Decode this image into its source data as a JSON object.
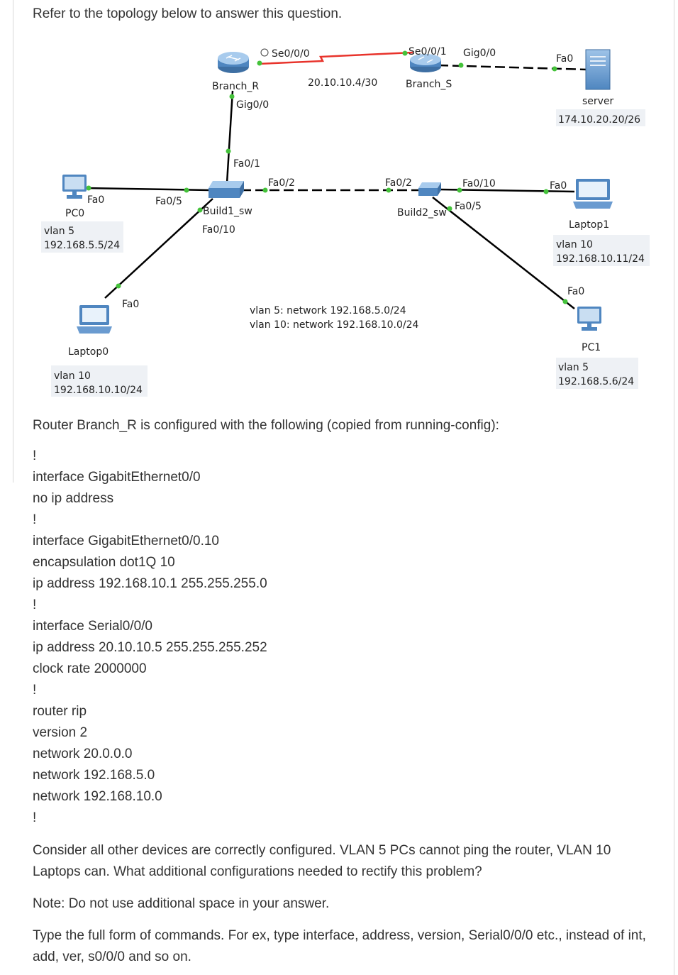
{
  "intro": "Refer to the topology below to answer this question.",
  "diagram": {
    "devices": {
      "branch_r": "Branch_R",
      "branch_s": "Branch_S",
      "server": "server",
      "server_ip": "174.10.20.20/26",
      "build1": "Build1_sw",
      "build2": "Build2_sw",
      "pc0": "PC0",
      "pc0_vlan": "vlan 5",
      "pc0_ip": "192.168.5.5/24",
      "laptop0": "Laptop0",
      "laptop0_vlan": "vlan 10",
      "laptop0_ip": "192.168.10.10/24",
      "laptop1": "Laptop1",
      "laptop1_vlan": "vlan 10",
      "laptop1_ip": "192.168.10.11/24",
      "pc1": "PC1",
      "pc1_vlan": "vlan 5",
      "pc1_ip": "192.168.5.6/24"
    },
    "ports": {
      "r_se000": "Se0/0/0",
      "s_se001": "Se0/0/1",
      "s_gig00": "Gig0/0",
      "server_fa0": "Fa0",
      "r_gig00": "Gig0/0",
      "serial_net": "20.10.10.4/30",
      "b1_fa01": "Fa0/1",
      "b1_fa02": "Fa0/2",
      "b2_fa02": "Fa0/2",
      "b2_fa010": "Fa0/10",
      "laptop1_fa0": "Fa0",
      "pc0_fa0": "Fa0",
      "b1_fa05": "Fa0/5",
      "b2_fa05": "Fa0/5",
      "b1_fa010": "Fa0/10",
      "laptop0_fa0": "Fa0",
      "pc1_fa0": "Fa0"
    },
    "vlan_note_1": "vlan 5: network 192.168.5.0/24",
    "vlan_note_2": "vlan 10: network 192.168.10.0/24"
  },
  "config_intro": "Router Branch_R is configured with the following (copied from running-config):",
  "config_lines": [
    "!",
    "interface GigabitEthernet0/0",
    "no ip address",
    "!",
    "interface GigabitEthernet0/0.10",
    "encapsulation dot1Q 10",
    "ip address 192.168.10.1 255.255.255.0",
    "!",
    "interface Serial0/0/0",
    "ip address 20.10.10.5 255.255.255.252",
    "clock rate 2000000",
    "!",
    "router rip",
    "version 2",
    "network 20.0.0.0",
    "network 192.168.5.0",
    "network 192.168.10.0",
    "!"
  ],
  "question": "Consider all other devices are correctly configured. VLAN 5 PCs cannot ping the router, VLAN 10 Laptops can. What additional configurations needed to rectify this problem?",
  "note": "Note: Do not use additional space in your answer.",
  "instruction": "Type the full form of commands. For ex, type interface, address, version, Serial0/0/0 etc., instead of int, add, ver, s0/0/0 and so on.",
  "colors": {
    "serial_link": "#e8332b",
    "link_light": "#44c23a",
    "cable": "#000000",
    "device_blue": "#5a8fc6"
  }
}
